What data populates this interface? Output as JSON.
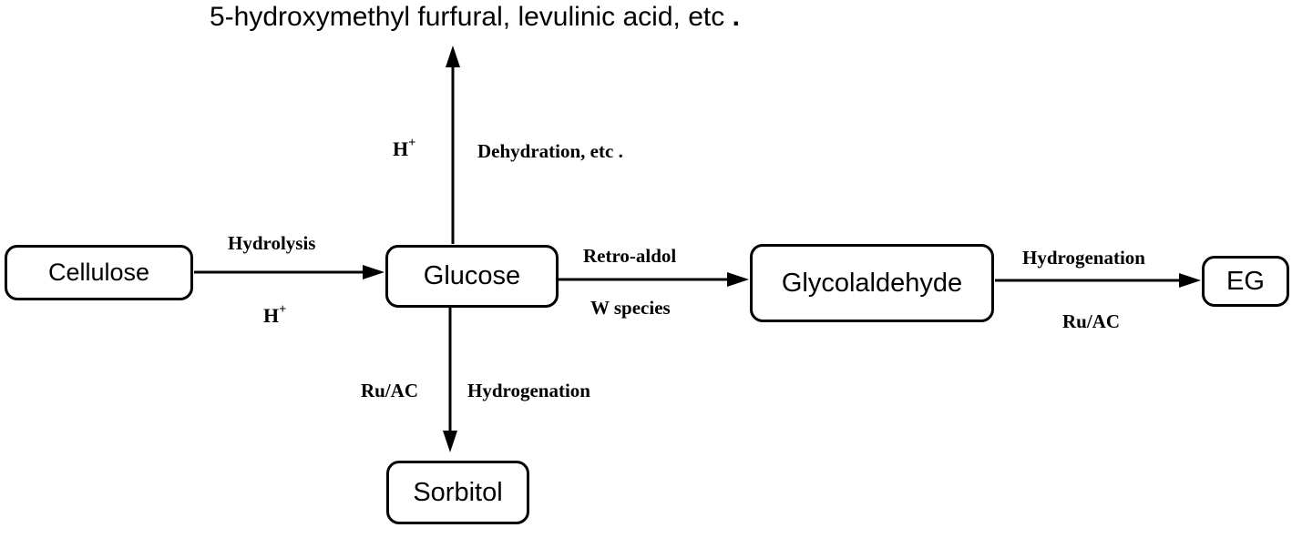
{
  "top_product": {
    "text": "5-hydroxymethyl furfural, levulinic acid, etc",
    "dot": "."
  },
  "nodes": {
    "cellulose": "Cellulose",
    "glucose": "Glucose",
    "glycolaldehyde": "Glycolaldehyde",
    "eg": "EG",
    "sorbitol": "Sorbitol"
  },
  "edges": {
    "hydrolysis": {
      "above": "Hydrolysis",
      "below_base": "H",
      "below_sup": "+"
    },
    "dehydration": {
      "left_base": "H",
      "left_sup": "+",
      "right": "Dehydration, etc",
      "right_dot": "."
    },
    "retro_aldol": {
      "above": "Retro-aldol",
      "below": "W species"
    },
    "hydrogenation_eg": {
      "above": "Hydrogenation",
      "below": "Ru/AC"
    },
    "hydrogenation_sorbitol": {
      "left": "Ru/AC",
      "right": "Hydrogenation"
    }
  },
  "colors": {
    "ink": "#000000",
    "background": "#ffffff"
  }
}
